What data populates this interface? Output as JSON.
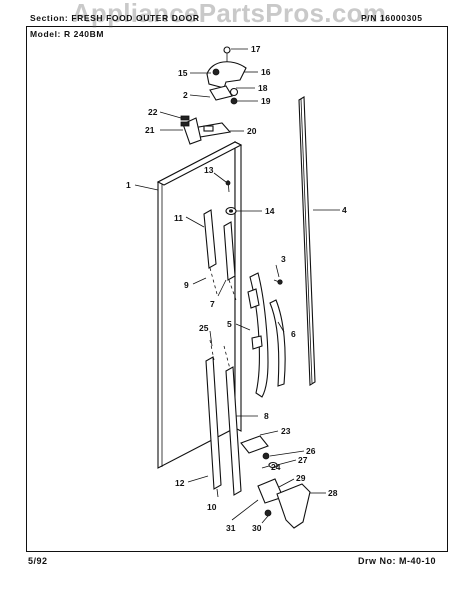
{
  "watermark": "AppliancePartsPros.com",
  "header": {
    "section_label": "Section:",
    "section_value": "FRESH FOOD OUTER DOOR",
    "pn_label": "P/N",
    "pn_value": "16000305",
    "model_label": "Model:",
    "model_value": "R 240BM"
  },
  "footer": {
    "date": "5/92",
    "drawing_label": "Drw No:",
    "drawing_value": "M-40-10"
  },
  "callouts": {
    "c1": "1",
    "c2": "2",
    "c3": "3",
    "c4": "4",
    "c5": "5",
    "c6": "6",
    "c7": "7",
    "c8": "8",
    "c9": "9",
    "c10": "10",
    "c11": "11",
    "c12": "12",
    "c13": "13",
    "c14": "14",
    "c15": "15",
    "c16": "16",
    "c17": "17",
    "c18": "18",
    "c19": "19",
    "c20": "20",
    "c21": "21",
    "c22": "22",
    "c23": "23",
    "c24": "24",
    "c25": "25",
    "c26": "26",
    "c27": "27",
    "c28": "28",
    "c29": "29",
    "c30": "30",
    "c31": "31"
  }
}
